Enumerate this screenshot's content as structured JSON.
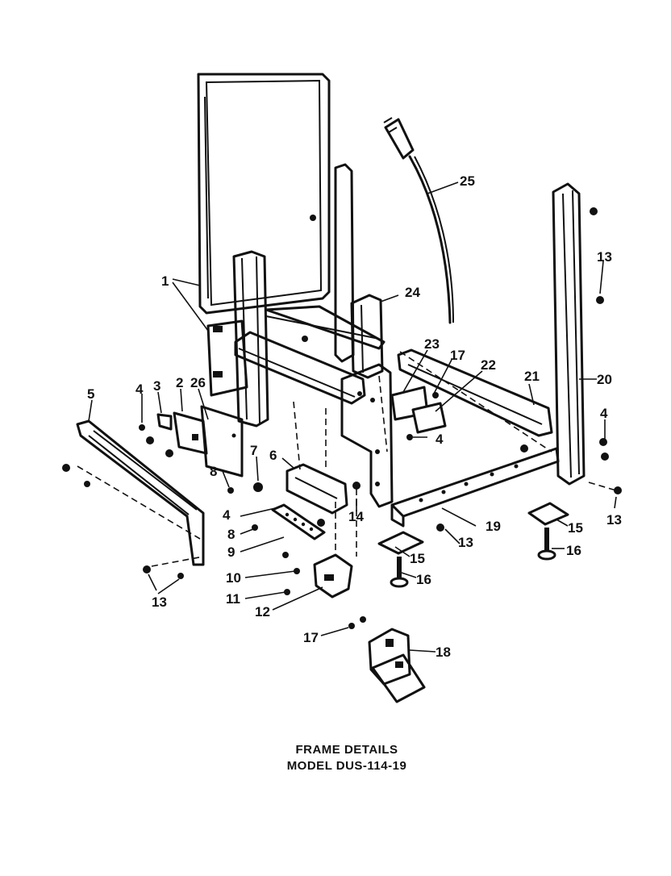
{
  "caption": {
    "title": "FRAME DETAILS",
    "model": "MODEL DUS-114-19"
  },
  "callouts": {
    "c1": "1",
    "c2": "2",
    "c3": "3",
    "c4a": "4",
    "c4b": "4",
    "c4c": "4",
    "c4d": "4",
    "c5": "5",
    "c6": "6",
    "c7": "7",
    "c8a": "8",
    "c8b": "8",
    "c9": "9",
    "c10": "10",
    "c11": "11",
    "c12": "12",
    "c13a": "13",
    "c13b": "13",
    "c13c": "13",
    "c13d": "13",
    "c14": "14",
    "c15a": "15",
    "c15b": "15",
    "c16a": "16",
    "c16b": "16",
    "c17a": "17",
    "c17b": "17",
    "c18": "18",
    "c19": "19",
    "c20": "20",
    "c21": "21",
    "c22": "22",
    "c23": "23",
    "c24": "24",
    "c25": "25",
    "c26": "26"
  }
}
